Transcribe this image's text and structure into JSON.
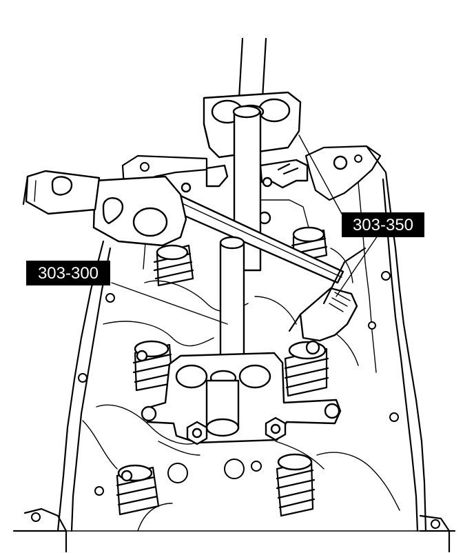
{
  "callouts": [
    {
      "id": "tool-a",
      "label": "303-350"
    },
    {
      "id": "tool-b",
      "label": "303-300"
    }
  ],
  "colors": {
    "ink": "#000000",
    "paper": "#ffffff",
    "label_bg": "#000000",
    "label_text": "#ffffff"
  }
}
